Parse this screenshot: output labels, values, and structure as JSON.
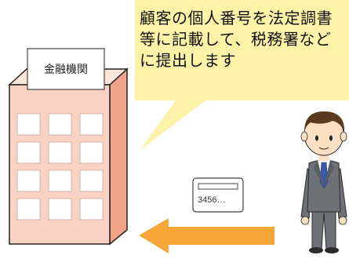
{
  "bubble": {
    "text": "顧客の個人番号を法定調書等に記載して、税務署などに提出します"
  },
  "institution": {
    "label": "金融機関"
  },
  "card": {
    "number_text": "3456…"
  },
  "colors": {
    "bubble_fill": "#fdf3a8",
    "building_front": "#f9d2c4",
    "building_side": "#f2a48a",
    "building_outline": "#222222",
    "window_fill": "#ffffff",
    "arrow": "#f7a638",
    "suit": "#6e7177",
    "skin": "#fbe0c3",
    "hair": "#5a3a1c",
    "tie": "#3a5aa8"
  },
  "icons": {
    "building": "office-building-icon",
    "person": "businessman-icon",
    "card": "id-card-icon",
    "arrow": "arrow-left-icon"
  }
}
